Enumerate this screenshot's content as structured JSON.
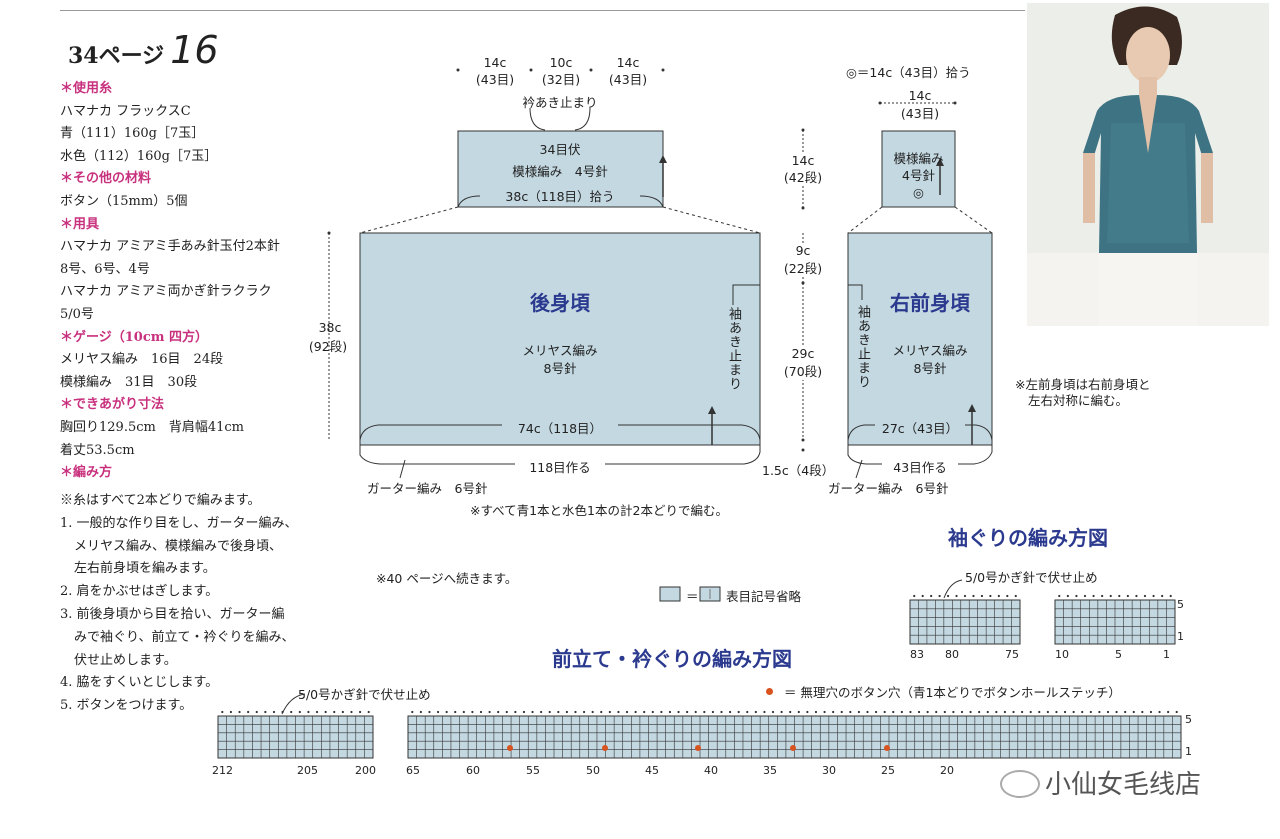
{
  "header": {
    "page_prefix": "34ページ",
    "page_number": "16"
  },
  "spec": {
    "yarn_heading": "＊使用糸",
    "yarn_lines": [
      "ハマナカ フラックスC",
      "青（111）160g［7玉］",
      "水色（112）160g［7玉］"
    ],
    "materials_heading": "＊その他の材料",
    "materials_lines": [
      "ボタン（15mm）5個"
    ],
    "tools_heading": "＊用具",
    "tools_lines": [
      "ハマナカ アミアミ手あみ針玉付2本針",
      "8号、6号、4号",
      "ハマナカ アミアミ両かぎ針ラクラク",
      "5/0号"
    ],
    "gauge_heading": "＊ゲージ（10cm 四方）",
    "gauge_lines": [
      "メリヤス編み　16目　24段",
      "模様編み　31目　30段"
    ],
    "size_heading": "＊できあがり寸法",
    "size_lines": [
      "胸回り129.5cm　背肩幅41cm",
      "着丈53.5cm"
    ],
    "method_heading": "＊編み方"
  },
  "steps": [
    "※糸はすべて2本どりで編みます。",
    "1. 一般的な作り目をし、ガーター編み、",
    "メリヤス編み、模様編みで後身頃、",
    "左右前身頃を編みます。",
    "2. 肩をかぶせはぎします。",
    "3. 前後身頃から目を拾い、ガーター編",
    "みで袖ぐり、前立て・衿ぐりを編み、",
    "伏せ止めします。",
    "4. 脇をすくいとじします。",
    "5. ボタンをつけます。"
  ],
  "back": {
    "top_dims": [
      "14c",
      "(43目)",
      "10c",
      "(32目)",
      "14c",
      "(43目)"
    ],
    "collar_open": "衿あき止まり",
    "collar_bind": "34目伏",
    "yoke_pattern": "模様編み　4号針",
    "yoke_pickup": "38c（118目）拾う",
    "title": "後身頃",
    "body_stitch": "メリヤス編み",
    "body_needle": "8号針",
    "width": "74c（118目）",
    "cast_on": "118目作る",
    "garter": "ガーター編み　6号針",
    "sleeve_open": "袖あき止まり",
    "height_c": "38c",
    "height_rows": "(92段)"
  },
  "side_dims": [
    "14c",
    "(42段)",
    "9c",
    "(22段)",
    "29c",
    "(70段)",
    "1.5c（4段）"
  ],
  "front": {
    "legend": "◎＝14c（43目）拾う",
    "top_c": "14c",
    "top_st": "(43目)",
    "yoke_pattern": "模様編み",
    "yoke_needle": "4号針",
    "mark": "◎",
    "title": "右前身頃",
    "body_stitch": "メリヤス編み",
    "body_needle": "8号針",
    "width": "27c（43目）",
    "cast_on": "43目作る",
    "garter": "ガーター編み　6号針",
    "sleeve_open": "袖あき止まり",
    "mirror_note_1": "※左前身頃は右前身頃と",
    "mirror_note_2": "左右対称に編む。"
  },
  "notes": {
    "yarn_all": "※すべて青1本と水色1本の計2本どりで編む。",
    "continued": "※40 ページへ続きます。",
    "legend_sym": "表目記号省略",
    "button_hole": "＝ 無理穴のボタン穴（青1本どりでボタンホールステッチ）"
  },
  "armhole_chart": {
    "title": "袖ぐりの編み方図",
    "bind_off": "5/0号かぎ針で伏せ止め",
    "col_labels": [
      "83",
      "80",
      "75",
      "10",
      "5",
      "1"
    ],
    "row_labels": [
      "5",
      "1"
    ]
  },
  "front_chart": {
    "title": "前立て・衿ぐりの編み方図",
    "bind_off": "5/0号かぎ針で伏せ止め",
    "col_labels": [
      "212",
      "205",
      "200",
      "65",
      "60",
      "55",
      "50",
      "45",
      "40",
      "35",
      "30",
      "25",
      "20"
    ],
    "row_labels": [
      "5",
      "1"
    ]
  },
  "watermark": "小仙女毛线店",
  "colors": {
    "panel": "#c3d8e1",
    "accent": "#c8317e",
    "title": "#2b3a8f",
    "button": "#d9531e"
  }
}
